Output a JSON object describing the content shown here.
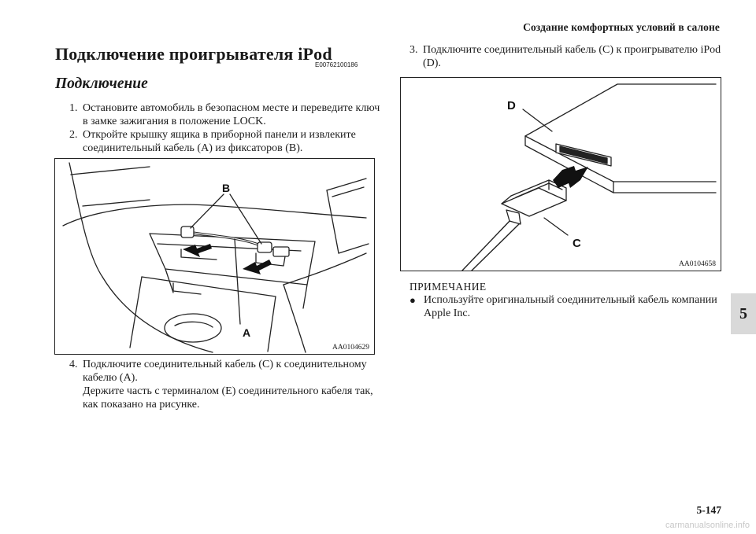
{
  "header": {
    "running_head": "Создание комфортных условий в салоне"
  },
  "section": {
    "title": "Подключение проигрывателя iPod",
    "code": "E00762100186",
    "subtitle": "Подключение"
  },
  "steps": [
    {
      "num": "1.",
      "text": "Остановите автомобиль в безопасном месте и переведите ключ в замке зажигания в положение LOCK."
    },
    {
      "num": "2.",
      "text": "Откройте крышку ящика в приборной панели и извлеките соединительный кабель (A) из фиксаторов (B)."
    },
    {
      "num": "3.",
      "text": "Подключите соединительный кабель (C) к проигрывателю iPod (D)."
    },
    {
      "num": "4.",
      "text": "Подключите соединительный кабель (C) к соединительному кабелю (A).",
      "text2": "Держите часть с терминалом (E) соединительного кабеля так, как показано на рисунке."
    }
  ],
  "figures": {
    "left": {
      "code": "AA0104629",
      "label_a": "A",
      "label_b": "B"
    },
    "right": {
      "code": "AA0104658",
      "label_c": "C",
      "label_d": "D"
    }
  },
  "note": {
    "heading": "ПРИМЕЧАНИЕ",
    "bullet": "●",
    "text": "Используйте оригинальный соединительный кабель компании Apple Inc."
  },
  "chapter_tab": "5",
  "page_number": "5-147",
  "watermark": "carmanualsonline.info"
}
